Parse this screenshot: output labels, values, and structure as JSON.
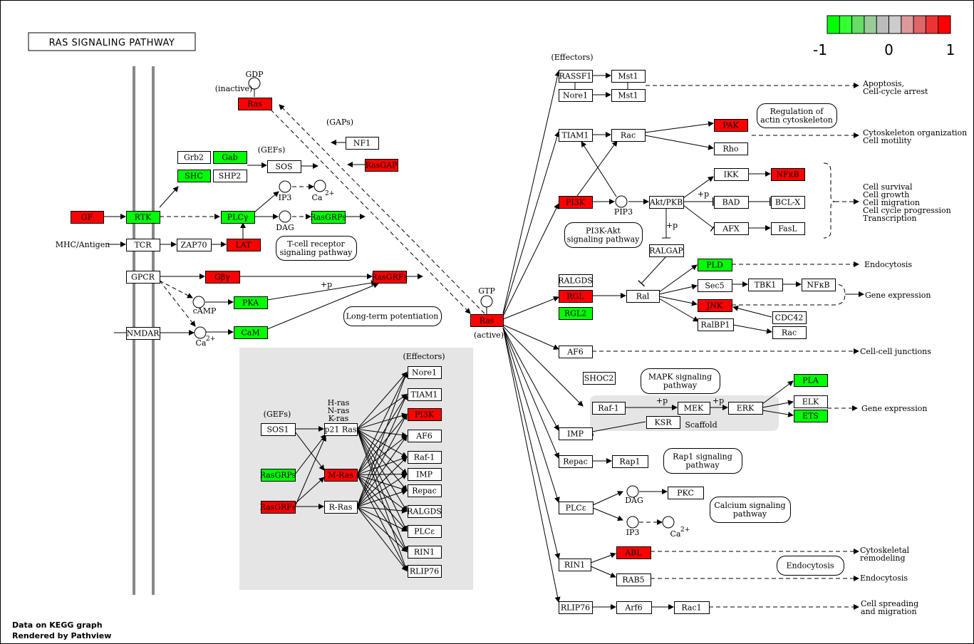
{
  "title": "RAS SIGNALING PATHWAY",
  "colors": {
    "red": "#ff0000",
    "green": "#00ff00",
    "white": "#ffffff",
    "box": "#e5e5e5"
  },
  "legend": {
    "min_label": "-1",
    "mid_label": "0",
    "max_label": "1",
    "colors": [
      "#00ff00",
      "#33ff33",
      "#66dd66",
      "#99cc99",
      "#bbbbbb",
      "#cccccc",
      "#dd9999",
      "#dd6666",
      "#ee3333",
      "#ff0000"
    ]
  },
  "footer": {
    "line1": "Data on KEGG graph",
    "line2": "Rendered by Pathview"
  },
  "nodes": [
    {
      "id": "GF",
      "label": "GF",
      "color": "red"
    },
    {
      "id": "RTK",
      "label": "RTK",
      "color": "green"
    },
    {
      "id": "Grb2",
      "label": "Grb2",
      "color": "white"
    },
    {
      "id": "Gab",
      "label": "Gab",
      "color": "green"
    },
    {
      "id": "SHC",
      "label": "SHC",
      "color": "green"
    },
    {
      "id": "SHP2",
      "label": "SHP2",
      "color": "white"
    },
    {
      "id": "SOS",
      "label": "SOS",
      "color": "white"
    },
    {
      "id": "NF1",
      "label": "NF1",
      "color": "white"
    },
    {
      "id": "RasGAP",
      "label": "RasGAP",
      "color": "red"
    },
    {
      "id": "Ras_in",
      "label": "Ras",
      "color": "red"
    },
    {
      "id": "PLCg",
      "label": "PLCγ",
      "color": "green"
    },
    {
      "id": "RasGRPs",
      "label": "RasGRPs",
      "color": "green"
    },
    {
      "id": "TCR",
      "label": "TCR",
      "color": "white"
    },
    {
      "id": "ZAP70",
      "label": "ZAP70",
      "color": "white"
    },
    {
      "id": "LAT",
      "label": "LAT",
      "color": "red"
    },
    {
      "id": "GPCR",
      "label": "GPCR",
      "color": "white"
    },
    {
      "id": "Gby",
      "label": "Gβγ",
      "color": "red"
    },
    {
      "id": "RasGRFs",
      "label": "RasGRFs",
      "color": "red"
    },
    {
      "id": "PKA",
      "label": "PKA",
      "color": "green"
    },
    {
      "id": "NMDAR",
      "label": "NMDAR",
      "color": "white"
    },
    {
      "id": "CaM",
      "label": "CaM",
      "color": "green"
    },
    {
      "id": "Ras_act",
      "label": "Ras",
      "color": "red"
    },
    {
      "id": "SOS1",
      "label": "SOS1",
      "color": "white"
    },
    {
      "id": "RasGRPs2",
      "label": "RasGRPs",
      "color": "green"
    },
    {
      "id": "RasGRFs2",
      "label": "RasGRFs",
      "color": "red"
    },
    {
      "id": "p21Ras",
      "label": "p21 Ras",
      "color": "white"
    },
    {
      "id": "MRas",
      "label": "M-Ras",
      "color": "red"
    },
    {
      "id": "RRas",
      "label": "R-Ras",
      "color": "white"
    },
    {
      "id": "e_Nore1",
      "label": "Nore1",
      "color": "white"
    },
    {
      "id": "e_TIAM1",
      "label": "TIAM1",
      "color": "white"
    },
    {
      "id": "e_PI3K",
      "label": "PI3K",
      "color": "red"
    },
    {
      "id": "e_AF6",
      "label": "AF6",
      "color": "white"
    },
    {
      "id": "e_Raf1",
      "label": "Raf-1",
      "color": "white"
    },
    {
      "id": "e_IMP",
      "label": "IMP",
      "color": "white"
    },
    {
      "id": "e_Repac",
      "label": "Repac",
      "color": "white"
    },
    {
      "id": "e_RALGDS",
      "label": "RALGDS",
      "color": "white"
    },
    {
      "id": "e_PLCe",
      "label": "PLCε",
      "color": "white"
    },
    {
      "id": "e_RIN1",
      "label": "RIN1",
      "color": "white"
    },
    {
      "id": "e_RLIP76",
      "label": "RLIP76",
      "color": "white"
    },
    {
      "id": "RASSF1",
      "label": "RASSF1",
      "color": "white"
    },
    {
      "id": "Mst1a",
      "label": "Mst1",
      "color": "white"
    },
    {
      "id": "Nore1",
      "label": "Nore1",
      "color": "white"
    },
    {
      "id": "Mst1b",
      "label": "Mst1",
      "color": "white"
    },
    {
      "id": "TIAM1",
      "label": "TIAM1",
      "color": "white"
    },
    {
      "id": "Rac",
      "label": "Rac",
      "color": "white"
    },
    {
      "id": "PAK",
      "label": "PAK",
      "color": "red"
    },
    {
      "id": "Rho",
      "label": "Rho",
      "color": "white"
    },
    {
      "id": "PI3K",
      "label": "PI3K",
      "color": "red"
    },
    {
      "id": "AktPKB",
      "label": "Akt/PKB",
      "color": "white"
    },
    {
      "id": "IKK",
      "label": "IKK",
      "color": "white"
    },
    {
      "id": "NFkB1",
      "label": "NFκB",
      "color": "red"
    },
    {
      "id": "BAD",
      "label": "BAD",
      "color": "white"
    },
    {
      "id": "BCLX",
      "label": "BCL-X",
      "color": "white"
    },
    {
      "id": "AFX",
      "label": "AFX",
      "color": "white"
    },
    {
      "id": "FasL",
      "label": "FasL",
      "color": "white"
    },
    {
      "id": "RALGAP",
      "label": "RALGAP",
      "color": "white"
    },
    {
      "id": "RALGDS",
      "label": "RALGDS",
      "color": "white"
    },
    {
      "id": "RGL",
      "label": "RGL",
      "color": "red"
    },
    {
      "id": "RGL2",
      "label": "RGL2",
      "color": "green"
    },
    {
      "id": "Ral",
      "label": "Ral",
      "color": "white"
    },
    {
      "id": "PLD",
      "label": "PLD",
      "color": "green"
    },
    {
      "id": "Sec5",
      "label": "Sec5",
      "color": "white"
    },
    {
      "id": "TBK1",
      "label": "TBK1",
      "color": "white"
    },
    {
      "id": "NFkB2",
      "label": "NFκB",
      "color": "white"
    },
    {
      "id": "JNK",
      "label": "JNK",
      "color": "red"
    },
    {
      "id": "CDC42",
      "label": "CDC42",
      "color": "white"
    },
    {
      "id": "RalBP1",
      "label": "RalBP1",
      "color": "white"
    },
    {
      "id": "Rac2",
      "label": "Rac",
      "color": "white"
    },
    {
      "id": "AF6",
      "label": "AF6",
      "color": "white"
    },
    {
      "id": "SHOC2",
      "label": "SHOC2",
      "color": "white"
    },
    {
      "id": "Raf1",
      "label": "Raf-1",
      "color": "white"
    },
    {
      "id": "MEK",
      "label": "MEK",
      "color": "white"
    },
    {
      "id": "ERK",
      "label": "ERK",
      "color": "white"
    },
    {
      "id": "KSR",
      "label": "KSR",
      "color": "white"
    },
    {
      "id": "PLA",
      "label": "PLA",
      "color": "green"
    },
    {
      "id": "ELK",
      "label": "ELK",
      "color": "white"
    },
    {
      "id": "ETS",
      "label": "ETS",
      "color": "green"
    },
    {
      "id": "IMP",
      "label": "IMP",
      "color": "white"
    },
    {
      "id": "Repac",
      "label": "Repac",
      "color": "white"
    },
    {
      "id": "Rap1",
      "label": "Rap1",
      "color": "white"
    },
    {
      "id": "PLCe",
      "label": "PLCε",
      "color": "white"
    },
    {
      "id": "PKC",
      "label": "PKC",
      "color": "white"
    },
    {
      "id": "RIN1",
      "label": "RIN1",
      "color": "white"
    },
    {
      "id": "ABL",
      "label": "ABL",
      "color": "red"
    },
    {
      "id": "RAB5",
      "label": "RAB5",
      "color": "white"
    },
    {
      "id": "RLIP76",
      "label": "RLIP76",
      "color": "white"
    },
    {
      "id": "Arf6",
      "label": "Arf6",
      "color": "white"
    },
    {
      "id": "Rac1",
      "label": "Rac1",
      "color": "white"
    }
  ],
  "maps": [
    {
      "id": "tcr",
      "lines": [
        "T-cell receptor",
        "signaling pathway"
      ]
    },
    {
      "id": "ltp",
      "lines": [
        "Long-term potentiation"
      ]
    },
    {
      "id": "actin",
      "lines": [
        "Regulation of",
        "actin cytoskeleton"
      ]
    },
    {
      "id": "pi3k",
      "lines": [
        "PI3K-Akt",
        "signaling pathway"
      ]
    },
    {
      "id": "mapk",
      "lines": [
        "MAPK signaling",
        "pathway"
      ]
    },
    {
      "id": "rap1",
      "lines": [
        "Rap1 signaling",
        "pathway"
      ]
    },
    {
      "id": "calcium",
      "lines": [
        "Calcium signaling",
        "pathway"
      ]
    },
    {
      "id": "endo",
      "lines": [
        "Endocytosis"
      ]
    }
  ],
  "texts": {
    "gdp": "GDP",
    "inactive": "(inactive)",
    "gaps": "(GAPs)",
    "gefs": "(GEFs)",
    "ip3": "IP3",
    "ca": "Ca",
    "ca_sup": "2+",
    "dag": "DAG",
    "mhc": "MHC/Antigen",
    "camp": "cAMP",
    "p": "+p",
    "gtp": "GTP",
    "active": "(active)",
    "effectors": "(Effectors)",
    "effectors2": "(Effectors)",
    "gefs2": "(GEFs)",
    "hras": "H-ras",
    "nras": "N-ras",
    "kras": "K-ras",
    "pip3": "PIP3",
    "scaffold": "Scaffold",
    "apoptosis": [
      "Apoptosis,",
      "Cell-cycle arrest"
    ],
    "cytoskeleton": [
      "Cytoskeleton organization",
      "Cell motility"
    ],
    "survival": [
      "Cell survival",
      "Cell growth",
      "Cell migration",
      "Cell cycle progression",
      "Transcription"
    ],
    "endocytosis": "Endocytosis",
    "gene_expr1": "Gene expression",
    "junctions": "Cell-cell junctions",
    "gene_expr2": "Gene expression",
    "cyto_remod": [
      "Cytoskeletal",
      "remodeling"
    ],
    "endocytosis2": "Endocytosis",
    "spreading": [
      "Cell spreading",
      "and migration"
    ]
  }
}
